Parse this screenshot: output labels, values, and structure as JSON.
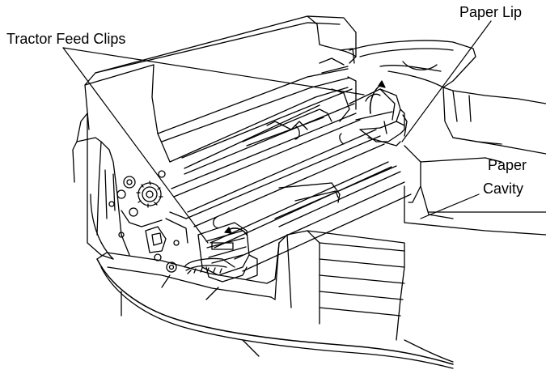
{
  "labels": {
    "tractor_feed_clips": "Tractor Feed Clips",
    "paper_lip": "Paper Lip",
    "paper_cavity_line1": "Paper",
    "paper_cavity_line2": "Cavity"
  },
  "colors": {
    "ink": "#000000",
    "background": "#ffffff"
  },
  "icons": {
    "rotation_arrow": "curved-arrow-icon",
    "gear": "gear-icon"
  }
}
